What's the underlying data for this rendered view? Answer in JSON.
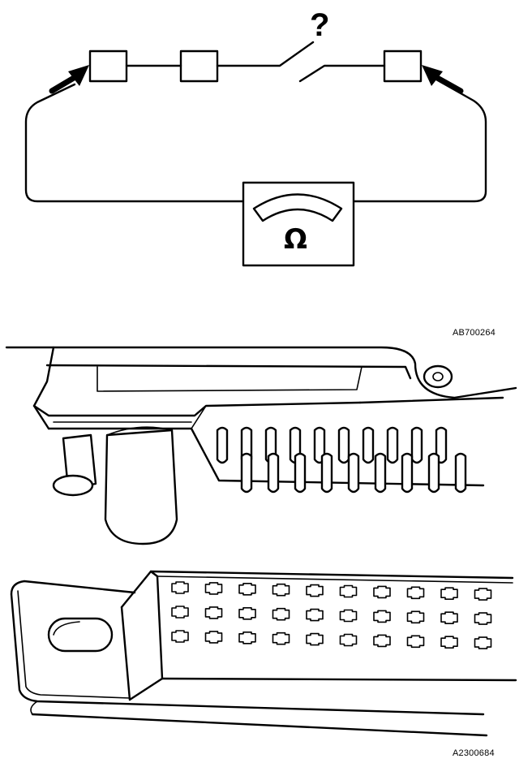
{
  "figures": {
    "circuit": {
      "question_mark": "?",
      "meter_symbol": "Ω"
    },
    "connector_side": {
      "code": "AB700264"
    },
    "connector_face": {
      "code": "A2300684"
    }
  },
  "icons": {
    "meter": "ohmmeter-icon",
    "probe": "probe-arrow-icon"
  }
}
